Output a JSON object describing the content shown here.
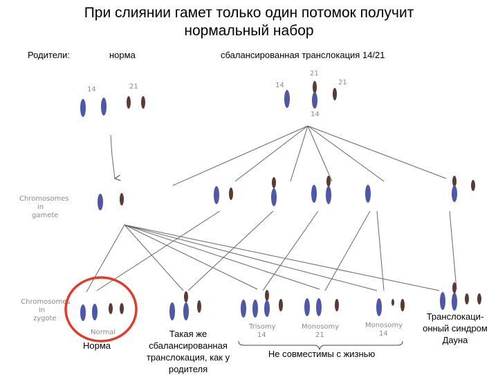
{
  "title": {
    "line1": "При слиянии гамет только один потомок получит",
    "line2": "нормальный набор"
  },
  "labels": {
    "parents": "Родители:",
    "normal_parent": "норма",
    "carrier_parent": "сбалансированная транслокация 14/21"
  },
  "image_labels": {
    "row_gamete": [
      "Chromosomes",
      "in",
      "gamete"
    ],
    "row_zygote": [
      "Chromosomes",
      "in",
      "zygote"
    ],
    "chr_14": "14",
    "chr_21": "21",
    "zygote_normal": "Normal",
    "zygote_trisomy": [
      "Trisomy",
      "14"
    ],
    "zygote_monosomy_21": [
      "Monosomy",
      "21"
    ],
    "zygote_monosomy_14": [
      "Monosomy",
      "14"
    ]
  },
  "captions": {
    "norm": "Норма",
    "balanced": "Такая же сбалансированная транслокация, как у родителя",
    "incompatible": "Не совместимы с жизнью",
    "down": "Транслокаци-онный синдром Дауна"
  },
  "colors": {
    "chromosome_14": "#4f58a6",
    "chromosome_21": "#5a3b32",
    "highlight_circle": "#e23b2a",
    "lines": "#666666"
  }
}
